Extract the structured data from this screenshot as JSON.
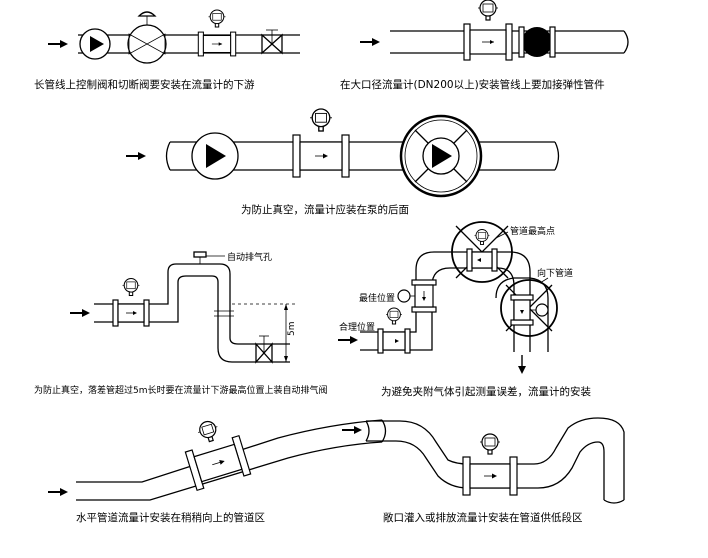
{
  "captions": {
    "c1": "长管线上控制阀和切断阀要安装在流量计的下游",
    "c2": "在大口径流量计(DN200以上)安装管线上要加接弹性管件",
    "c3": "为防止真空，流量计应装在泵的后面",
    "c4": "为防止真空，落差管超过5m长时要在流量计下游最高位置上装自动排气阀",
    "c5": "为避免夹附气体引起测量误差，流量计的安装",
    "c6": "水平管道流量计安装在稍稍向上的管道区",
    "c7": "敞口灌入或排放流量计安装在管道供低段区"
  },
  "labels": {
    "auto_vent": "自动排气孔",
    "five_m": "5m",
    "pipe_highest": "管道最高点",
    "downward_pipe": "向下管道",
    "best_position": "最佳位置",
    "reasonable_position": "合理位置"
  }
}
